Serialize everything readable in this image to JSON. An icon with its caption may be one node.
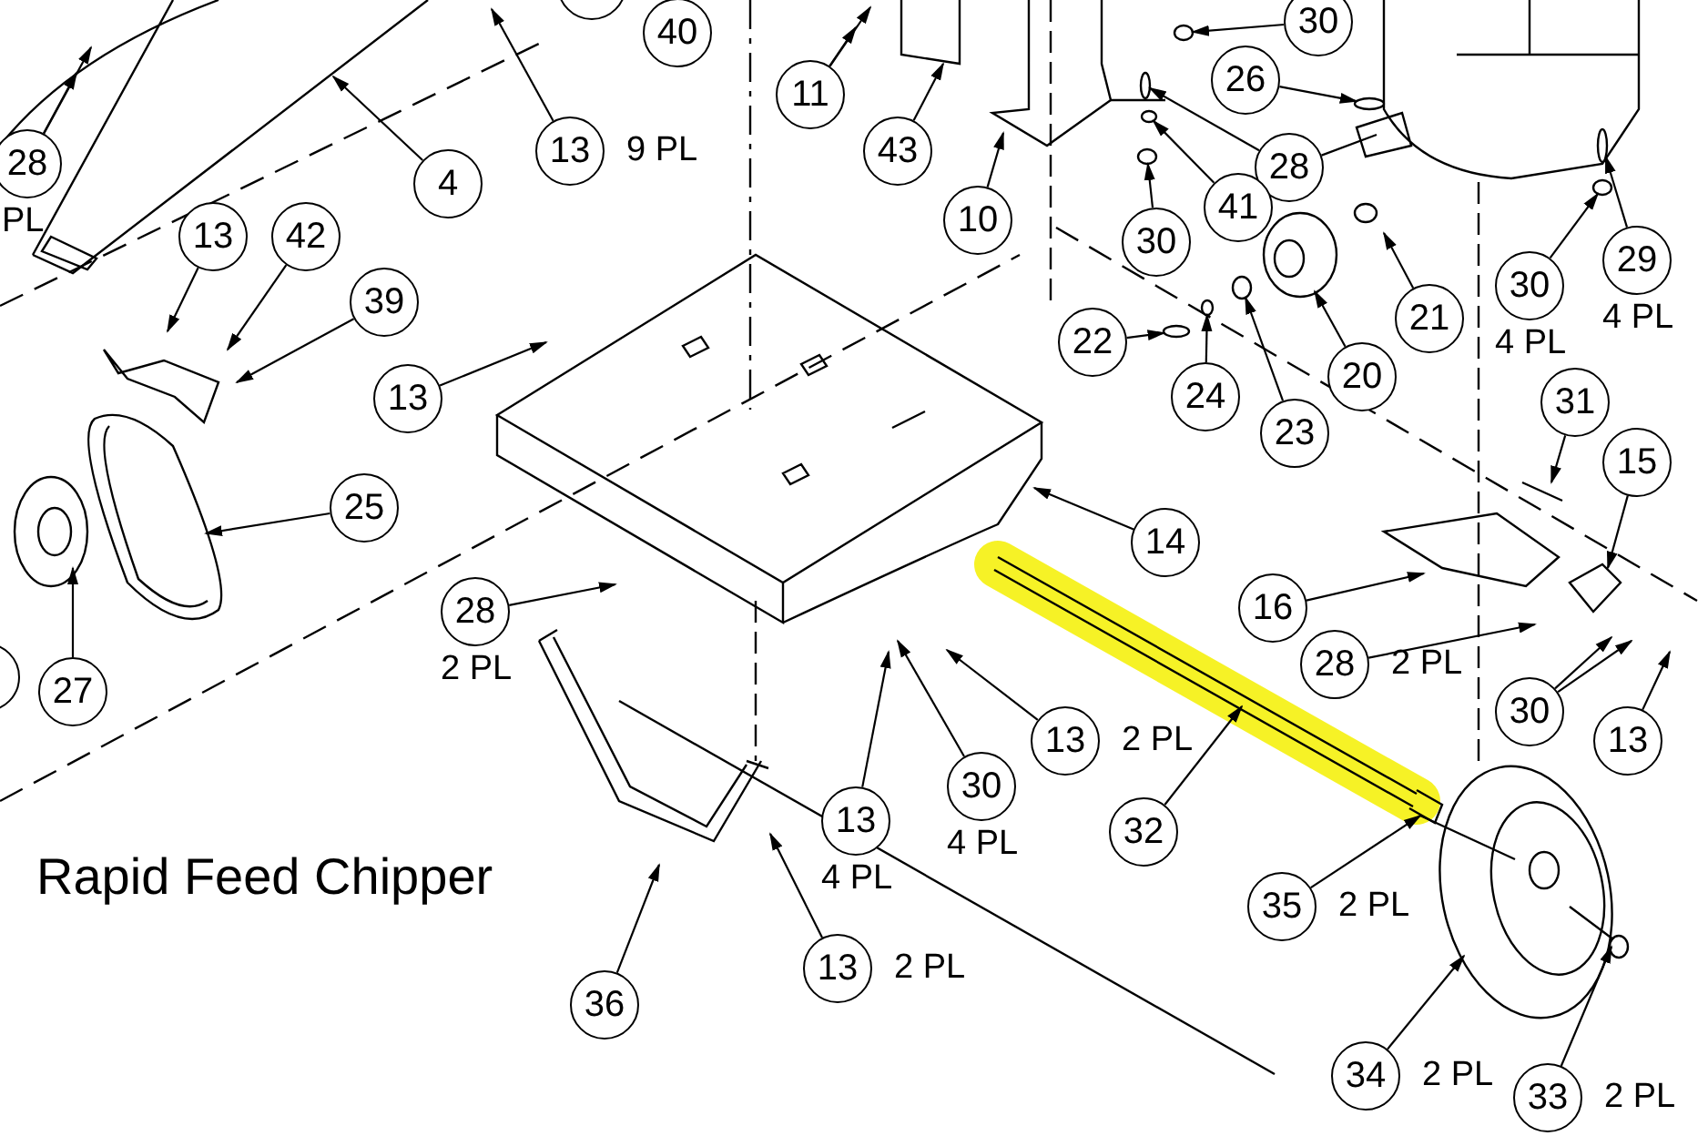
{
  "diagram": {
    "title": "Rapid Feed Chipper",
    "nodes": [
      {
        "text": [
          "28"
        ],
        "beside": [
          "PL"
        ]
      },
      {
        "text": [
          "4"
        ]
      },
      {
        "text": [
          "13"
        ],
        "beside": [
          "9 PL"
        ]
      },
      {
        "text": [
          "40"
        ]
      },
      {
        "text": [],
        "shape": "circle"
      },
      {
        "text": [
          "11"
        ]
      },
      {
        "text": [
          "43"
        ]
      },
      {
        "text": [
          "10"
        ]
      },
      {
        "text": [
          "30"
        ]
      },
      {
        "text": [
          "26"
        ]
      },
      {
        "text": [
          "28"
        ]
      },
      {
        "text": [
          "41"
        ]
      },
      {
        "text": [
          "30"
        ]
      },
      {
        "text": [
          "21"
        ]
      },
      {
        "text": [
          "20"
        ]
      },
      {
        "text": [
          "23"
        ]
      },
      {
        "text": [
          "24"
        ]
      },
      {
        "text": [
          "22"
        ]
      },
      {
        "text": [
          "30"
        ],
        "beside": [
          "4 PL"
        ]
      },
      {
        "text": [
          "29"
        ],
        "beside": [
          "4 PL"
        ]
      },
      {
        "text": [
          "42"
        ]
      },
      {
        "text": [
          "13"
        ]
      },
      {
        "text": [
          "39"
        ]
      },
      {
        "text": [
          "13"
        ]
      },
      {
        "text": [
          "25"
        ]
      },
      {
        "text": [
          "27"
        ]
      },
      {
        "text": [],
        "shape": "circle"
      },
      {
        "text": [
          "14"
        ]
      },
      {
        "text": [
          "31"
        ]
      },
      {
        "text": [
          "15"
        ]
      },
      {
        "text": [
          "16"
        ]
      },
      {
        "text": [
          "28"
        ],
        "beside": [
          "2 PL"
        ]
      },
      {
        "text": [
          "28"
        ],
        "beside": [
          "2 PL"
        ]
      },
      {
        "text": [
          "30"
        ]
      },
      {
        "text": [
          "13"
        ]
      },
      {
        "text": [
          "13"
        ],
        "beside": [
          "2 PL"
        ]
      },
      {
        "text": [
          "30"
        ],
        "beside": [
          "4 PL"
        ]
      },
      {
        "text": [
          "13"
        ],
        "beside": [
          "4 PL"
        ]
      },
      {
        "text": [
          "32"
        ]
      },
      {
        "text": [
          "35"
        ],
        "beside": [
          "2 PL"
        ]
      },
      {
        "text": [
          "13"
        ],
        "beside": [
          "2 PL"
        ]
      },
      {
        "text": [
          "36"
        ]
      },
      {
        "text": [
          "34"
        ],
        "beside": [
          "2 PL"
        ]
      },
      {
        "text": [
          "33"
        ],
        "beside": [
          "2 PL"
        ]
      },
      {
        "text": [],
        "shape": "circle"
      },
      {
        "text": [],
        "shape": "bar"
      },
      {
        "text": [],
        "shape": "circle"
      },
      {
        "text": [],
        "shape": "circle"
      },
      {
        "text": [],
        "shape": "circle"
      },
      {
        "text": [],
        "shape": "bar"
      },
      {
        "text": [],
        "shape": "circle"
      },
      {
        "text": [],
        "shape": "circle"
      },
      {
        "text": [],
        "shape": "bar"
      },
      {
        "text": [],
        "shape": "bar"
      }
    ],
    "edges": [
      {
        "from": 0,
        "to": null,
        "arrow": "to"
      },
      {
        "from": 0,
        "to": null,
        "arrow": "to"
      },
      {
        "from": 1,
        "to": null,
        "arrow": "to"
      },
      {
        "from": 2,
        "to": null,
        "arrow": "to"
      },
      {
        "from": 5,
        "to": null,
        "arrow": "to"
      },
      {
        "from": 5,
        "to": null,
        "arrow": "to"
      },
      {
        "from": 6,
        "to": null,
        "arrow": "to"
      },
      {
        "from": 7,
        "to": null,
        "arrow": "to"
      },
      {
        "from": 8,
        "to": 44,
        "arrow": "to"
      },
      {
        "from": 9,
        "to": 45,
        "arrow": "to"
      },
      {
        "from": 10,
        "to": 53,
        "arrow": "to"
      },
      {
        "from": 10,
        "to": null,
        "arrow": "none"
      },
      {
        "from": 11,
        "to": 51,
        "arrow": "to"
      },
      {
        "from": 12,
        "to": 46,
        "arrow": "to"
      },
      {
        "from": 13,
        "to": null,
        "arrow": "to"
      },
      {
        "from": 14,
        "to": null,
        "arrow": "to"
      },
      {
        "from": 15,
        "to": 47,
        "arrow": "to"
      },
      {
        "from": 16,
        "to": 48,
        "arrow": "to"
      },
      {
        "from": 17,
        "to": 49,
        "arrow": "to"
      },
      {
        "from": 18,
        "to": 50,
        "arrow": "to"
      },
      {
        "from": 19,
        "to": 52,
        "arrow": "to"
      },
      {
        "from": 20,
        "to": null,
        "arrow": "to"
      },
      {
        "from": 21,
        "to": null,
        "arrow": "to"
      },
      {
        "from": 22,
        "to": null,
        "arrow": "to"
      },
      {
        "from": 23,
        "to": null,
        "arrow": "to"
      },
      {
        "from": 24,
        "to": null,
        "arrow": "to"
      },
      {
        "from": 25,
        "to": null,
        "arrow": "to"
      },
      {
        "from": 27,
        "to": null,
        "arrow": "to"
      },
      {
        "from": 28,
        "to": null,
        "arrow": "to"
      },
      {
        "from": 29,
        "to": null,
        "arrow": "to"
      },
      {
        "from": 30,
        "to": null,
        "arrow": "to"
      },
      {
        "from": 31,
        "to": null,
        "arrow": "to"
      },
      {
        "from": 32,
        "to": null,
        "arrow": "to"
      },
      {
        "from": 33,
        "to": null,
        "arrow": "to"
      },
      {
        "from": 33,
        "to": null,
        "arrow": "to"
      },
      {
        "from": 34,
        "to": null,
        "arrow": "to"
      },
      {
        "from": 35,
        "to": null,
        "arrow": "to"
      },
      {
        "from": 36,
        "to": null,
        "arrow": "to"
      },
      {
        "from": 37,
        "to": null,
        "arrow": "to"
      },
      {
        "from": 38,
        "to": null,
        "arrow": "to"
      },
      {
        "from": 39,
        "to": null,
        "arrow": "to"
      },
      {
        "from": 40,
        "to": null,
        "arrow": "to"
      },
      {
        "from": 41,
        "to": null,
        "arrow": "to"
      },
      {
        "from": 42,
        "to": null,
        "arrow": "to"
      },
      {
        "from": 43,
        "to": null,
        "arrow": "to"
      }
    ]
  }
}
